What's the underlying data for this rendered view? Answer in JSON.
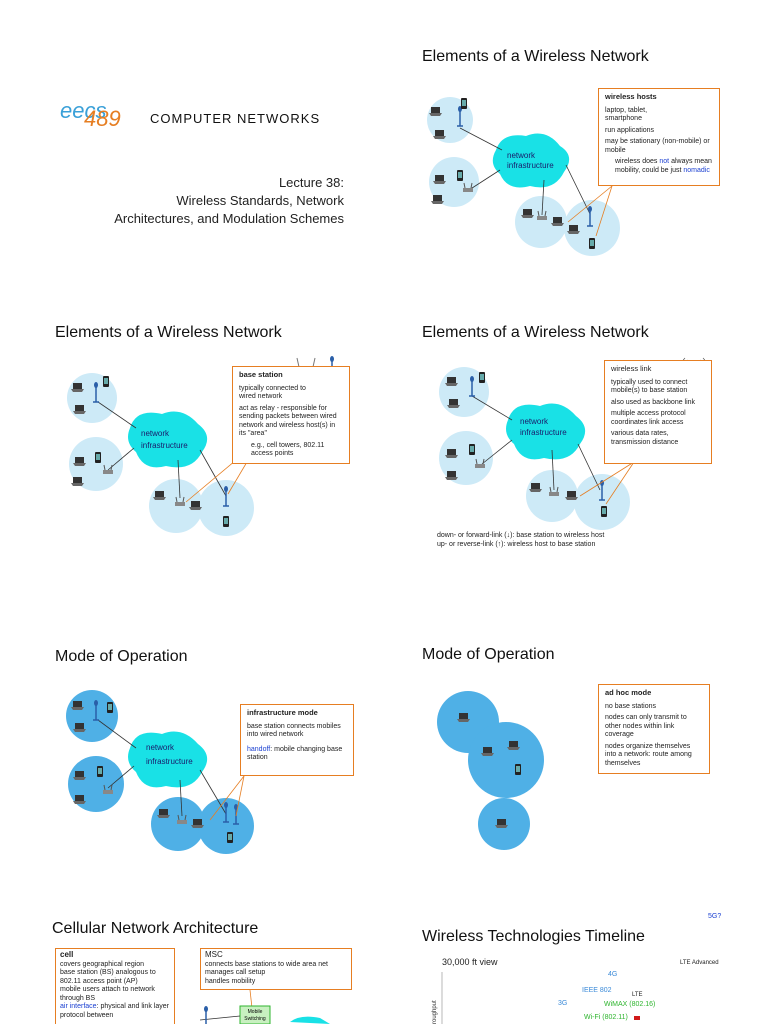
{
  "slide1": {
    "logo_text": "eecs 489",
    "course_title": "COMPUTER NETWORKS",
    "lecture": "Lecture 38:",
    "subtitle_line1": "Wireless Standards, Network",
    "subtitle_line2": "Architectures, and Modulation Schemes"
  },
  "slide2": {
    "title": "Elements of a Wireless Network",
    "cloud_label_1": "network",
    "cloud_label_2": "infrastructure",
    "callout_head": "wireless hosts",
    "items": [
      "laptop, tablet, smartphone",
      "run applications",
      "may be stationary (non-mobile) or mobile"
    ],
    "sub_prefix": "wireless does",
    "sub_not": "not",
    "sub_mid": "always mean mobility, could be just",
    "sub_nomadic": "nomadic"
  },
  "slide3": {
    "title": "Elements of a Wireless Network",
    "cloud_label_1": "network",
    "cloud_label_2": "infrastructure",
    "callout_head": "base station",
    "items": [
      "typically connected to wired network",
      "act as relay - responsible for sending packets between wired network and wireless host(s) in its \"area\""
    ],
    "example": "e.g., cell towers, 802.11 access points"
  },
  "slide4": {
    "title": "Elements of a Wireless Network",
    "cloud_label_1": "network",
    "cloud_label_2": "infrastructure",
    "callout_head": "wireless link",
    "items": [
      "typically used to connect mobile(s) to base station",
      "also used as backbone link",
      "multiple access protocol coordinates link access",
      "various data rates, transmission distance"
    ],
    "down_link": "down- or forward-link (↓): base station to wireless host",
    "up_link": "up- or reverse-link (↑): wireless host to base station"
  },
  "slide5": {
    "title": "Mode of Operation",
    "cloud_label_1": "network",
    "cloud_label_2": "infrastructure",
    "callout_head": "infrastructure mode",
    "item": "base station connects mobiles into wired network",
    "handoff_word": "handoff",
    "handoff_rest": ": mobile changing base station"
  },
  "slide6": {
    "title": "Mode of Operation",
    "callout_head": "ad hoc mode",
    "items": [
      "no base stations",
      "nodes can only transmit to other nodes within link coverage",
      "nodes organize themselves into a network: route among themselves"
    ]
  },
  "slide7": {
    "title": "Cellular Network Architecture",
    "cell_head": "cell",
    "cell_items": [
      "covers geographical region",
      "base station (BS) analogous to 802.11 access point (AP)",
      "mobile users attach to network through BS"
    ],
    "air_word": "air interface",
    "air_rest": ": physical and link layer protocol between",
    "msc_head": "MSC",
    "msc_items": [
      "connects base stations to wide area net",
      "manages call setup",
      "handles mobility"
    ],
    "msc_box_1": "Mobile",
    "msc_box_2": "Switching"
  },
  "slide8": {
    "title": "Wireless Technologies Timeline",
    "subtitle": "30,000 ft view",
    "y_axis_label": "roughput",
    "labels": {
      "g5": "5G?",
      "g4": "4G",
      "lte_adv": "LTE Advanced",
      "ieee": "IEEE 802",
      "lte": "LTE",
      "g3": "3G",
      "wimax": "WiMAX (802.16)",
      "wifi": "Wi-Fi (802.11)"
    }
  },
  "colors": {
    "cell_fill": "#cdeaf7",
    "cell_fill_dark": "#4fb0e6",
    "cloud": "#19e1e6",
    "callout_border": "#e67e22",
    "accent_blue": "#1a3fd1",
    "accent_red": "#d11a1a",
    "green": "#2fb52f"
  }
}
